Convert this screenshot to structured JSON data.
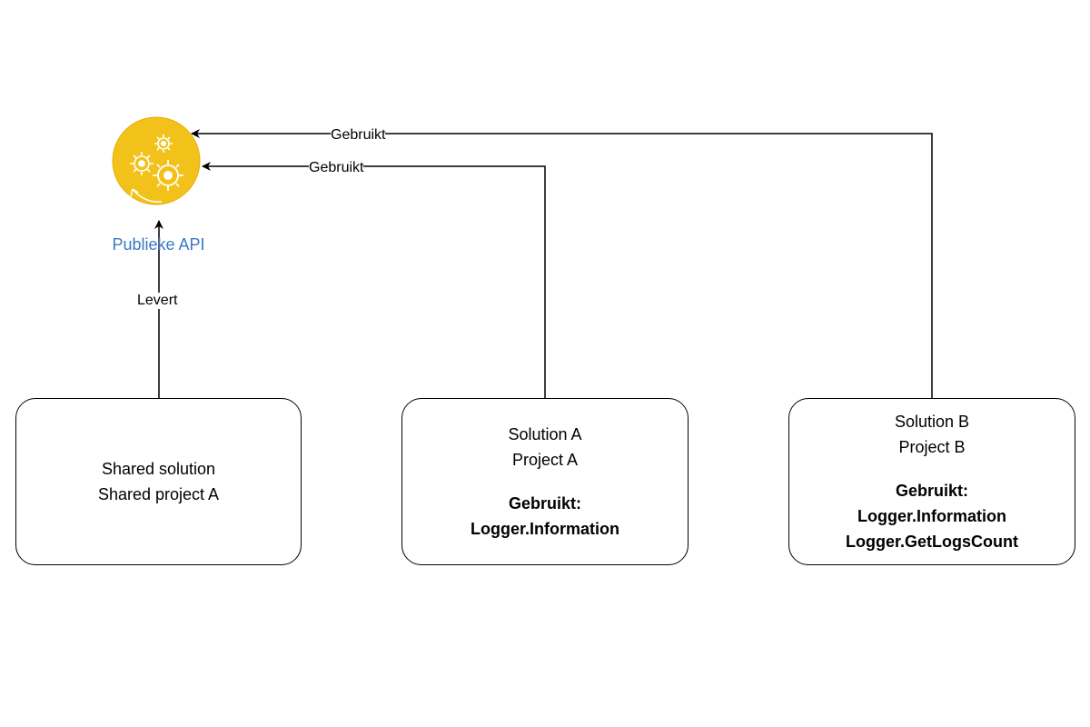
{
  "api": {
    "label": "Publieke API",
    "icon": "gears-icon",
    "fill_color": "#f2c21b",
    "label_color": "#3a78c2"
  },
  "boxes": {
    "shared": {
      "line1": "Shared solution",
      "line2": "Shared project A"
    },
    "solution_a": {
      "line1": "Solution A",
      "line2": "Project A",
      "uses_title": "Gebruikt:",
      "uses": [
        "Logger.Information"
      ]
    },
    "solution_b": {
      "line1": "Solution B",
      "line2": "Project B",
      "uses_title": "Gebruikt:",
      "uses": [
        "Logger.Information",
        "Logger.GetLogsCount"
      ]
    }
  },
  "edges": {
    "shared_to_api": "Levert",
    "a_to_api": "Gebruikt",
    "b_to_api": "Gebruikt"
  }
}
